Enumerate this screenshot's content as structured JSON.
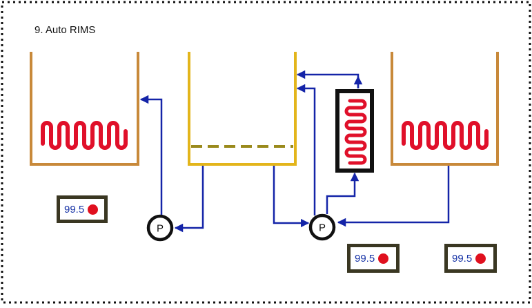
{
  "title": "9. Auto RIMS",
  "pumps": [
    {
      "label": "P"
    },
    {
      "label": "P"
    }
  ],
  "readouts": [
    {
      "value": "99.5",
      "indicator": "red-dot"
    },
    {
      "value": "99.5",
      "indicator": "red-dot"
    },
    {
      "value": "99.5",
      "indicator": "red-dot"
    }
  ],
  "colors": {
    "hlt_vessel": "#c8893a",
    "mash_tun": "#e3b51b",
    "false_bottom": "#9a8a1c",
    "heating_element": "#e0102a",
    "pipe": "#1424a8",
    "readout_border": "#3a3722",
    "readout_text": "#1632a6",
    "indicator": "#e0101e",
    "frame_border": "#111111"
  }
}
